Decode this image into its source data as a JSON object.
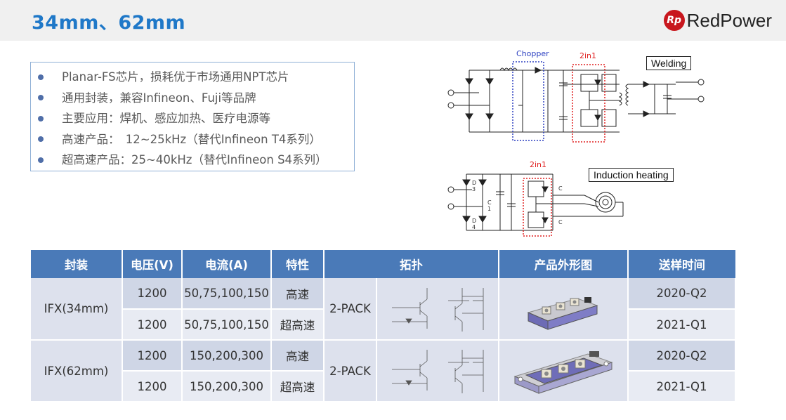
{
  "header": {
    "title": "34mm、62mm",
    "logo_badge": "Rp",
    "logo_text": "RedPower",
    "accent": "#1f78c8",
    "logo_color": "#c8171e"
  },
  "features": [
    "Planar-FS芯片，损耗优于市场通用NPT芯片",
    "通用封装，兼容Infineon、Fuji等品牌",
    "主要应用：焊机、感应加热、医疗电源等",
    "高速产品：　12~25kHz（替代Infineon T4系列）",
    "超高速产品：25~40kHz（替代Infineon S4系列）"
  ],
  "circuits": {
    "welding": {
      "chopper_label": "Chopper",
      "twoin1_label": "2in1",
      "application_label": "Welding",
      "chopper_color": "#2b3fc0",
      "twoin1_color": "#e02020"
    },
    "induction": {
      "twoin1_label": "2in1",
      "application_label": "Induction heating",
      "d3": "D3",
      "d4": "D4",
      "c1": "C1",
      "c": "C"
    }
  },
  "table": {
    "header_color": "#4a7ab8",
    "columns": [
      "封装",
      "电压(V)",
      "电流(A)",
      "特性",
      "拓扑",
      "产品外形图",
      "送样时间"
    ],
    "groups": [
      {
        "package": "IFX(34mm)",
        "topology": "2-PACK",
        "rows": [
          {
            "voltage": "1200",
            "current": "50,75,100,150",
            "feature": "高速",
            "sample": "2020-Q2"
          },
          {
            "voltage": "1200",
            "current": "50,75,100,150",
            "feature": "超高速",
            "sample": "2021-Q1"
          }
        ]
      },
      {
        "package": "IFX(62mm)",
        "topology": "2-PACK",
        "rows": [
          {
            "voltage": "1200",
            "current": "150,200,300",
            "feature": "高速",
            "sample": "2020-Q2"
          },
          {
            "voltage": "1200",
            "current": "150,200,300",
            "feature": "超高速",
            "sample": "2021-Q1"
          }
        ]
      }
    ]
  }
}
